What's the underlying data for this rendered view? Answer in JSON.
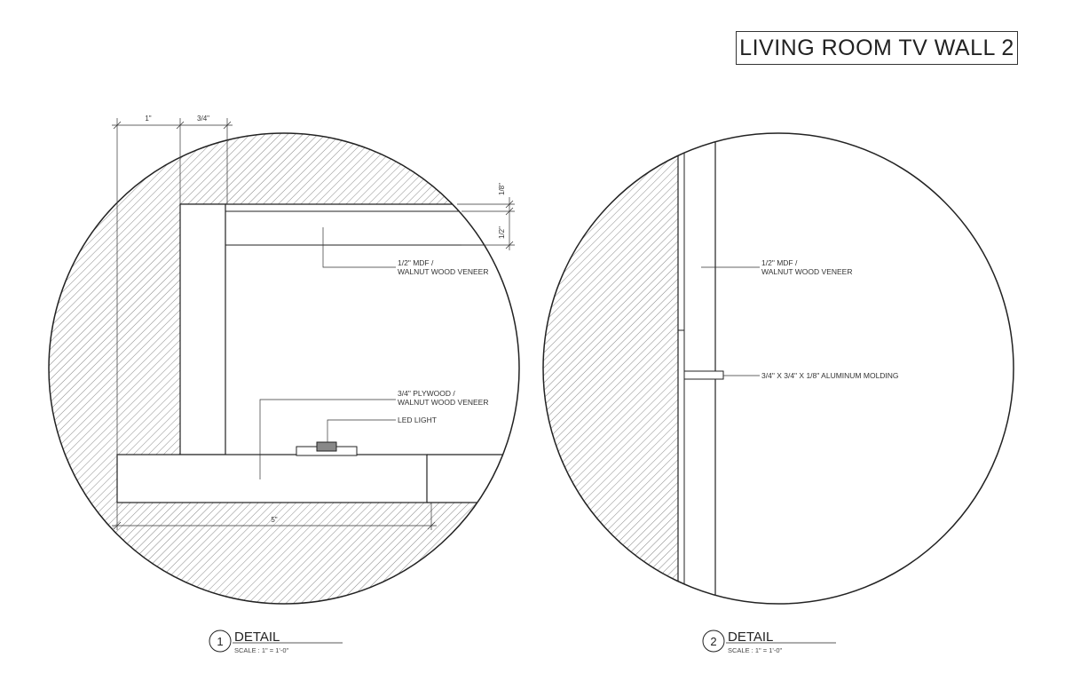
{
  "sheet": {
    "title": "LIVING ROOM TV WALL 2"
  },
  "detail1": {
    "number": "1",
    "title": "DETAIL",
    "scale": "SCALE : 1\" = 1'-0\"",
    "dims": {
      "top_left": "1\"",
      "top_right": "3/4\"",
      "side_top": "1/8\"",
      "side_bottom": "1/2\"",
      "bottom": "5\""
    },
    "notes": {
      "mdf_line1": "1/2\" MDF /",
      "mdf_line2": "WALNUT WOOD VENEER",
      "plywood_line1": "3/4\" PLYWOOD /",
      "plywood_line2": "WALNUT WOOD VENEER",
      "led": "LED LIGHT"
    }
  },
  "detail2": {
    "number": "2",
    "title": "DETAIL",
    "scale": "SCALE : 1\" = 1'-0\"",
    "notes": {
      "mdf_line1": "1/2\" MDF /",
      "mdf_line2": "WALNUT WOOD VENEER",
      "molding": "3/4\" X 3/4\" X 1/8\" ALUMINUM MOLDING"
    }
  }
}
